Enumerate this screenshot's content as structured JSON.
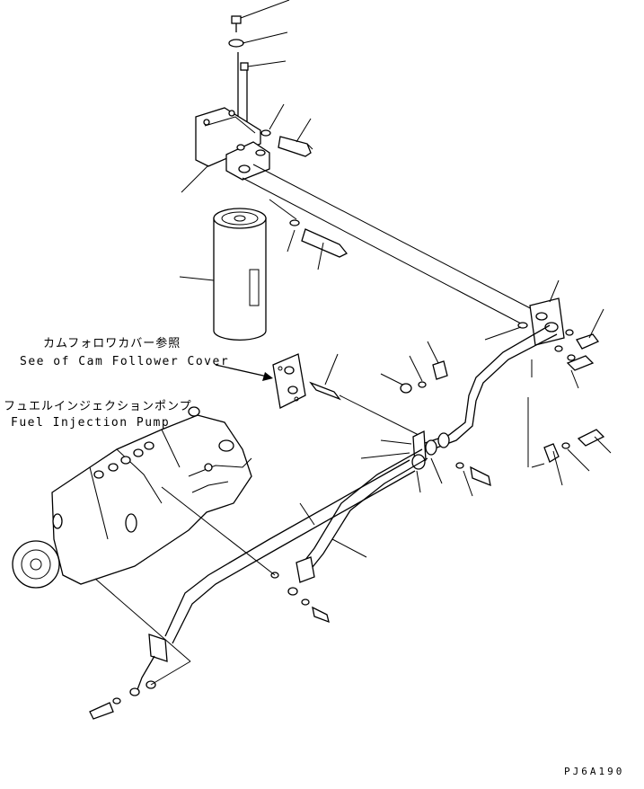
{
  "labels": {
    "cam_follower_jp": "カムフォロワカバー参照",
    "cam_follower_en": "See of Cam Follower Cover",
    "fuel_pump_jp": "フュエルインジェクションポンプ",
    "fuel_pump_en": "Fuel Injection Pump",
    "drawing_code": "PJ6A190"
  }
}
